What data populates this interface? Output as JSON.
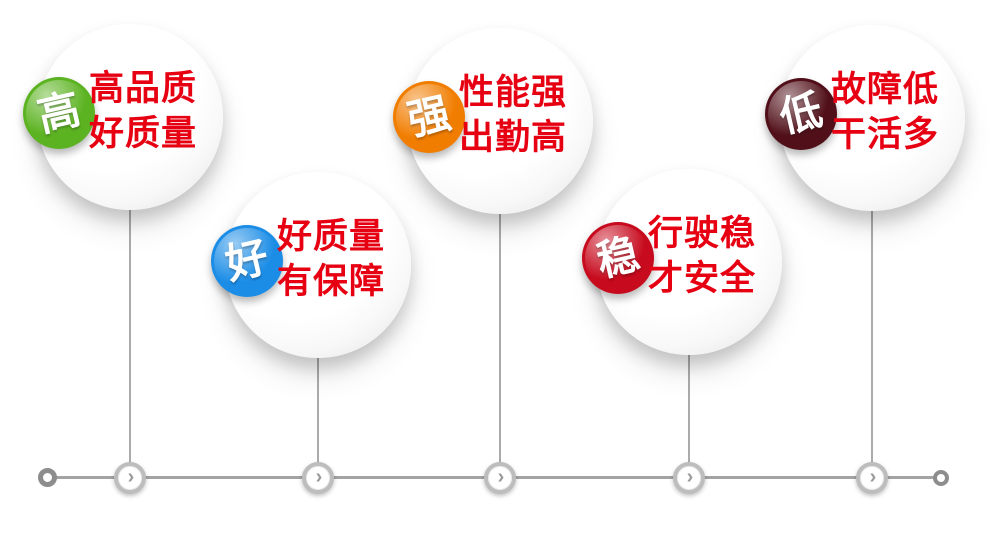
{
  "items": [
    {
      "badge_char": "高",
      "badge_color": "#5cb321",
      "text_line1": "高品质",
      "text_line2": "好质量"
    },
    {
      "badge_char": "好",
      "badge_color": "#1c8de6",
      "text_line1": "好质量",
      "text_line2": "有保障"
    },
    {
      "badge_char": "强",
      "badge_color": "#f17d00",
      "text_line1": "性能强",
      "text_line2": "出勤高"
    },
    {
      "badge_char": "稳",
      "badge_color": "#c70a1d",
      "text_line1": "行驶稳",
      "text_line2": "才安全"
    },
    {
      "badge_char": "低",
      "badge_color": "#511019",
      "text_line1": "故障低",
      "text_line2": "干活多"
    }
  ],
  "colors": {
    "text_red": "#e60012",
    "connector_gray": "#ababab",
    "node_ring_gray": "#bdbdbd",
    "timeline_gray": "#a3a3a3"
  },
  "timeline": {
    "node_chevron": "›"
  }
}
